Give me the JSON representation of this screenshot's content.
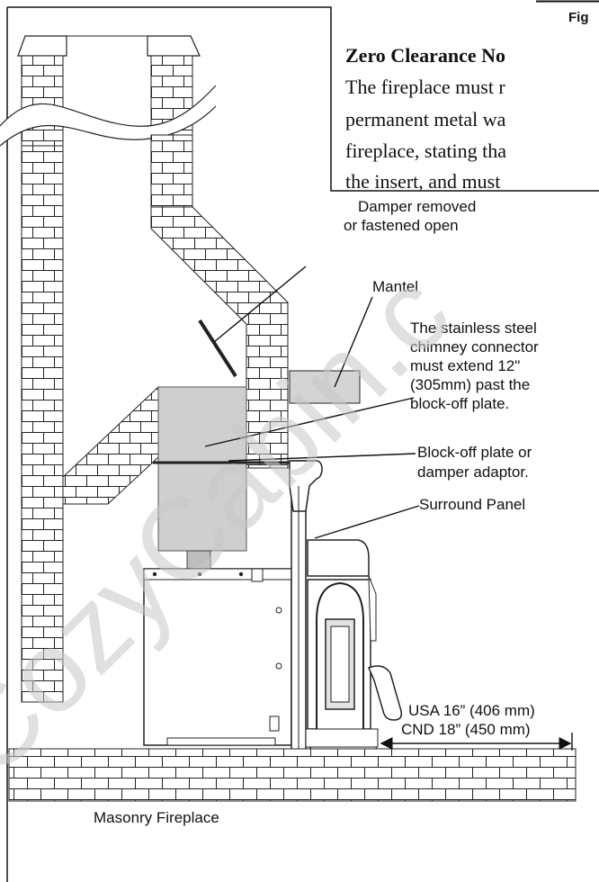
{
  "header": {
    "fig_tag": "Fig",
    "note_title": "Zero Clearance No",
    "note_lines": [
      "The fireplace must r",
      "permanent metal wa",
      "fireplace, stating tha",
      "the insert, and must"
    ]
  },
  "labels": {
    "damper": [
      "Damper removed",
      "or fastened open"
    ],
    "mantel": "Mantel",
    "connector": [
      "The stainless steel",
      "chimney connector",
      "must extend 12\"",
      "(305mm) past the",
      "block-off plate."
    ],
    "blockoff": [
      "Block-off plate or",
      "damper adaptor."
    ],
    "surround": "Surround Panel",
    "clearance": [
      "USA 16” (406 mm)",
      "CND 18” (450 mm)"
    ],
    "hearth": "Masonry Fireplace"
  },
  "watermark": "CozyCabin.c",
  "colors": {
    "brick_line": "#222222",
    "steel": "#cfcfcf",
    "watermark": "#c8c8c8"
  }
}
